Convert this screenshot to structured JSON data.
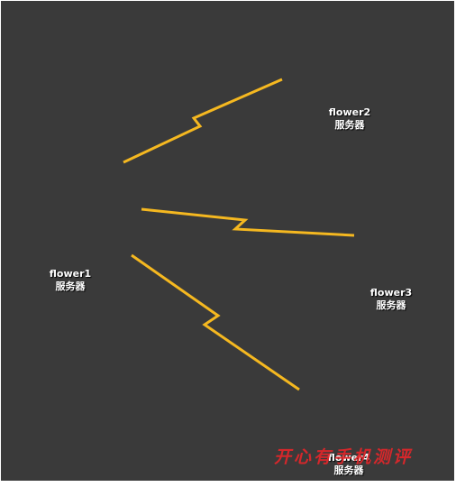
{
  "diagram": {
    "background_color": "#3a3a3a",
    "link_color": "#f5b820",
    "nodes": [
      {
        "id": "flower1",
        "name": "flower1",
        "role": "服务器"
      },
      {
        "id": "flower2",
        "name": "flower2",
        "role": "服务器"
      },
      {
        "id": "flower3",
        "name": "flower3",
        "role": "服务器"
      },
      {
        "id": "flower4",
        "name": "flower4",
        "role": "服务器"
      }
    ],
    "links": [
      {
        "from": "flower1",
        "to": "flower2"
      },
      {
        "from": "flower1",
        "to": "flower3"
      },
      {
        "from": "flower1",
        "to": "flower4"
      }
    ],
    "icons": [
      "computer-icon",
      "keyboard-icon",
      "lightning-link"
    ]
  },
  "watermark": {
    "text": "开心有手机测评",
    "color": "#e3262a"
  }
}
